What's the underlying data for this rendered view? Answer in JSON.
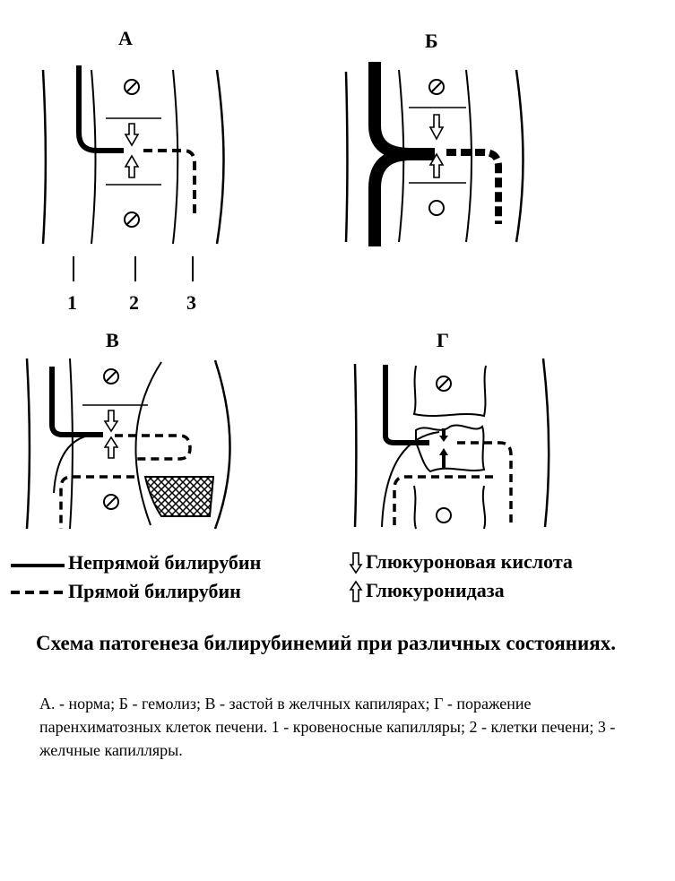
{
  "panels": [
    {
      "id": "a",
      "label": "А"
    },
    {
      "id": "b",
      "label": "Б"
    },
    {
      "id": "v",
      "label": "В"
    },
    {
      "id": "g",
      "label": "Г"
    }
  ],
  "numbers": [
    "1",
    "2",
    "3"
  ],
  "legend": {
    "indirect": "Непрямой билирубин",
    "direct": "Прямой билирубин",
    "glucuronic": "Глюкуроновая кислота",
    "glucuronidase": "Глюкуронидаза"
  },
  "caption": {
    "title": "Схема патогенеза билирубинемий при различных состояниях.",
    "body": "А. - норма; Б - гемолиз;  В - застой в желчных капилярах; Г - поражение паренхиматозных клеток печени. 1 - кровеносные капилляры; 2 - клетки печени; 3 - желчные капилляры."
  }
}
